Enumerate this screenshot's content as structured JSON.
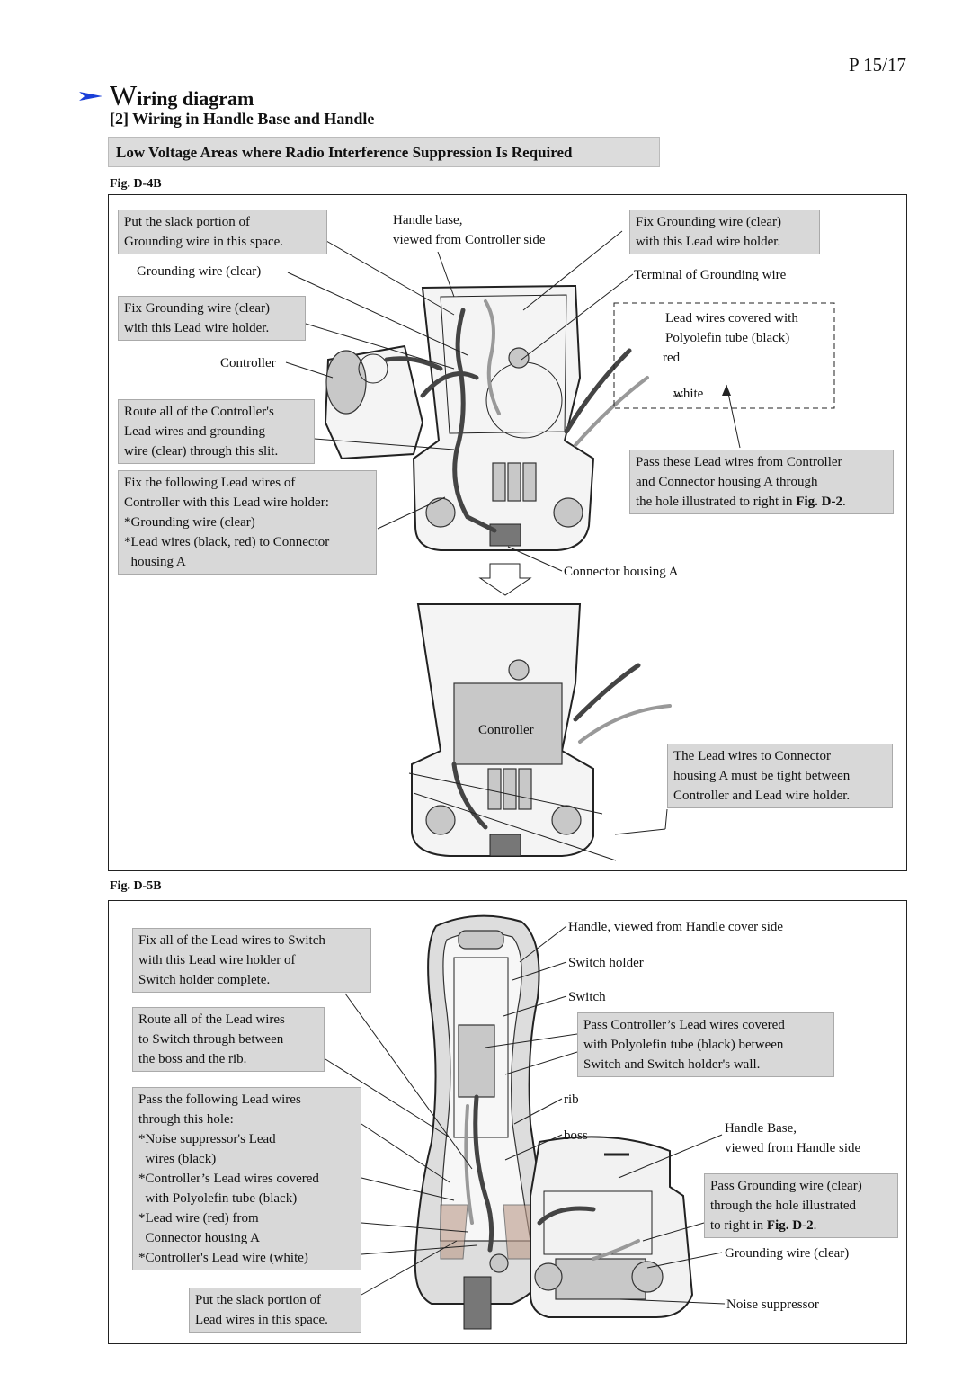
{
  "page_number": "P 15/17",
  "title": {
    "first_letter": "W",
    "rest": "iring diagram"
  },
  "subtitle": "[2] Wiring in Handle Base and Handle",
  "banner": "Low Voltage Areas where Radio Interference Suppression Is Required",
  "fig_d4b": {
    "label": "Fig. D-4B",
    "box_slack_grounding": [
      "Put the slack portion of",
      "Grounding wire in this space."
    ],
    "lbl_handle_base": [
      "Handle base,",
      "viewed from Controller side"
    ],
    "box_fix_grounding_right": [
      "Fix Grounding wire (clear)",
      "with this Lead wire holder."
    ],
    "lbl_grounding_wire": "Grounding wire (clear)",
    "lbl_terminal": "Terminal of Grounding wire",
    "box_fix_grounding_left": [
      "Fix Grounding wire (clear)",
      "with this Lead wire holder."
    ],
    "lbl_lead_covered": [
      "Lead wires covered with",
      "Polyolefin tube (black)"
    ],
    "lbl_red": "red",
    "lbl_controller": "Controller",
    "lbl_white": "white",
    "box_route": [
      "Route all of the Controller's",
      "Lead wires and grounding",
      "wire (clear) through this slit."
    ],
    "box_pass_right": [
      "Pass these Lead wires from Controller",
      "and Connector housing A through"
    ],
    "box_pass_right_last": {
      "text": "the hole illustrated to right in ",
      "bold": "Fig. D-2",
      "end": "."
    },
    "box_fix_following": [
      "Fix the following Lead wires of",
      "Controller with this Lead wire holder:",
      "*Grounding wire (clear)",
      "*Lead wires (black, red) to Connector",
      "  housing A"
    ],
    "lbl_connector_a": "Connector housing A",
    "lbl_controller_lower": "Controller",
    "box_tight": [
      "The Lead wires to Connector",
      "housing A must be tight between",
      "Controller and Lead wire holder."
    ]
  },
  "fig_d5b": {
    "label": "Fig. D-5B",
    "box_fix_all": [
      "Fix all of the Lead wires to Switch",
      "with this Lead wire holder of",
      "Switch holder complete."
    ],
    "lbl_handle_cover": "Handle, viewed from Handle cover side",
    "lbl_switch_holder": "Switch holder",
    "lbl_switch": "Switch",
    "box_route_all": [
      "Route all of the Lead wires",
      "to Switch through between",
      "the boss and the rib."
    ],
    "box_pass_controller": [
      "Pass Controller’s Lead wires covered",
      "with Polyolefin tube (black) between",
      "Switch and Switch holder's wall."
    ],
    "box_pass_following": [
      "Pass the following Lead wires",
      "through this hole:",
      "*Noise suppressor's Lead",
      "  wires (black)",
      "*Controller’s Lead wires covered",
      "  with Polyolefin tube (black)",
      "*Lead wire (red) from",
      "  Connector housing A",
      "*Controller's Lead wire (white)"
    ],
    "lbl_rib": "rib",
    "lbl_boss": "boss",
    "lbl_handle_base": [
      "Handle Base,",
      "viewed from Handle side"
    ],
    "box_pass_grounding": [
      "Pass Grounding wire (clear)",
      "through the hole illustrated"
    ],
    "box_pass_grounding_last": {
      "text": "to right in ",
      "bold": "Fig. D-2",
      "end": "."
    },
    "lbl_grounding": "Grounding wire (clear)",
    "box_slack_lead": [
      "Put the slack portion of",
      "Lead wires in this space."
    ],
    "lbl_noise": "Noise suppressor"
  }
}
